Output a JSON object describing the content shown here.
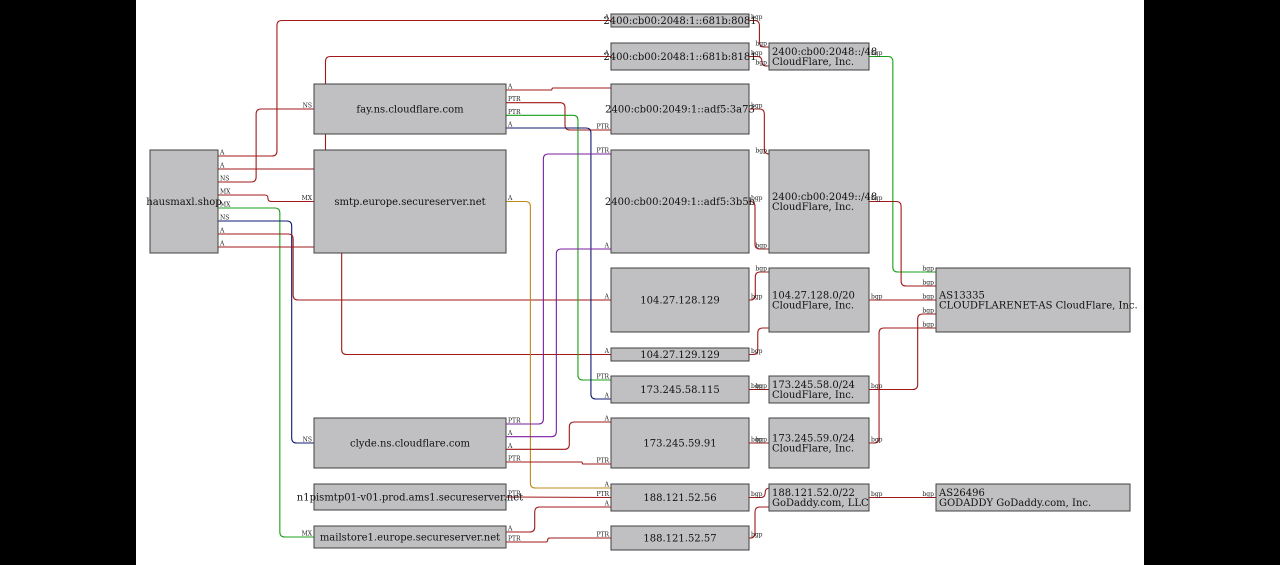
{
  "colors": {
    "background": "#ffffff",
    "frame": "#000000",
    "node_fill": "#c0bfc1",
    "node_border": "#404040",
    "edge_default": "#a01818",
    "edge_green": "#18a018",
    "edge_navy": "#101870",
    "edge_purple": "#7a1ea0",
    "edge_orange": "#c08818"
  },
  "nodes": [
    {
      "id": "hausmaxl",
      "lines": [
        "hausmaxl.shop"
      ]
    },
    {
      "id": "fay",
      "lines": [
        "fay.ns.cloudflare.com"
      ]
    },
    {
      "id": "smtp",
      "lines": [
        "smtp.europe.secureserver.net"
      ]
    },
    {
      "id": "clyde",
      "lines": [
        "clyde.ns.cloudflare.com"
      ]
    },
    {
      "id": "n1pismtp",
      "lines": [
        "n1pismtp01-v01.prod.ams1.secureserver.net"
      ]
    },
    {
      "id": "mailstore",
      "lines": [
        "mailstore1.europe.secureserver.net"
      ]
    },
    {
      "id": "ip6_8081",
      "lines": [
        "2400:cb00:2048:1::681b:8081"
      ]
    },
    {
      "id": "ip6_8181",
      "lines": [
        "2400:cb00:2048:1::681b:8181"
      ]
    },
    {
      "id": "ip6_3a73",
      "lines": [
        "2400:cb00:2049:1::adf5:3a73"
      ]
    },
    {
      "id": "ip6_3b5b",
      "lines": [
        "2400:cb00:2049:1::adf5:3b5b"
      ]
    },
    {
      "id": "ip4_128_129",
      "lines": [
        "104.27.128.129"
      ]
    },
    {
      "id": "ip4_129_129",
      "lines": [
        "104.27.129.129"
      ]
    },
    {
      "id": "ip4_58_115",
      "lines": [
        "173.245.58.115"
      ]
    },
    {
      "id": "ip4_59_91",
      "lines": [
        "173.245.59.91"
      ]
    },
    {
      "id": "ip4_52_56",
      "lines": [
        "188.121.52.56"
      ]
    },
    {
      "id": "ip4_52_57",
      "lines": [
        "188.121.52.57"
      ]
    },
    {
      "id": "net_2048",
      "lines": [
        "2400:cb00:2048::/48",
        "CloudFlare, Inc."
      ]
    },
    {
      "id": "net_2049",
      "lines": [
        "2400:cb00:2049::/48",
        "CloudFlare, Inc."
      ]
    },
    {
      "id": "net_104",
      "lines": [
        "104.27.128.0/20",
        "CloudFlare, Inc."
      ]
    },
    {
      "id": "net_58",
      "lines": [
        "173.245.58.0/24",
        "CloudFlare, Inc."
      ]
    },
    {
      "id": "net_59",
      "lines": [
        "173.245.59.0/24",
        "CloudFlare, Inc."
      ]
    },
    {
      "id": "net_188",
      "lines": [
        "188.121.52.0/22",
        "GoDaddy.com, LLC"
      ]
    },
    {
      "id": "as13335",
      "lines": [
        "AS13335",
        "CLOUDFLARENET-AS CloudFlare, Inc."
      ]
    },
    {
      "id": "as26496",
      "lines": [
        "AS26496",
        "GODADDY GoDaddy.com, Inc."
      ]
    }
  ],
  "edges": [
    {
      "from": "hausmaxl",
      "to": "ip6_8081",
      "src_label": "A",
      "dst_label": "A",
      "color": "#a01818"
    },
    {
      "from": "hausmaxl",
      "to": "ip6_8181",
      "src_label": "A",
      "dst_label": "A",
      "color": "#a01818"
    },
    {
      "from": "hausmaxl",
      "to": "fay",
      "src_label": "NS",
      "dst_label": "NS",
      "color": "#a01818"
    },
    {
      "from": "hausmaxl",
      "to": "smtp",
      "src_label": "MX",
      "dst_label": "MX",
      "color": "#a01818"
    },
    {
      "from": "hausmaxl",
      "to": "mailstore",
      "src_label": "MX",
      "dst_label": "MX",
      "color": "#18a018"
    },
    {
      "from": "hausmaxl",
      "to": "clyde",
      "src_label": "NS",
      "dst_label": "NS",
      "color": "#101870"
    },
    {
      "from": "hausmaxl",
      "to": "ip4_128_129",
      "src_label": "A",
      "dst_label": "A",
      "color": "#a01818"
    },
    {
      "from": "hausmaxl",
      "to": "ip4_129_129",
      "src_label": "A",
      "dst_label": "A",
      "color": "#a01818"
    },
    {
      "from": "fay",
      "to": "ip6_3a73",
      "src_label": "A",
      "dst_label": "",
      "color": "#a01818"
    },
    {
      "from": "fay",
      "to": "ip6_3a73",
      "src_label": "PTR",
      "dst_label": "PTR",
      "color": "#a01818"
    },
    {
      "from": "fay",
      "to": "ip4_58_115",
      "src_label": "PTR",
      "dst_label": "PTR",
      "color": "#18a018"
    },
    {
      "from": "fay",
      "to": "ip4_58_115",
      "src_label": "A",
      "dst_label": "A",
      "color": "#101870"
    },
    {
      "from": "smtp",
      "to": "ip4_52_56",
      "src_label": "A",
      "dst_label": "A",
      "color": "#c08818"
    },
    {
      "from": "clyde",
      "to": "ip6_3b5b",
      "src_label": "PTR",
      "dst_label": "PTR",
      "color": "#7a1ea0"
    },
    {
      "from": "clyde",
      "to": "ip6_3b5b",
      "src_label": "A",
      "dst_label": "A",
      "color": "#7a1ea0"
    },
    {
      "from": "clyde",
      "to": "ip4_59_91",
      "src_label": "A",
      "dst_label": "A",
      "color": "#a01818"
    },
    {
      "from": "clyde",
      "to": "ip4_59_91",
      "src_label": "PTR",
      "dst_label": "PTR",
      "color": "#a01818"
    },
    {
      "from": "n1pismtp",
      "to": "ip4_52_56",
      "src_label": "PTR",
      "dst_label": "PTR",
      "color": "#a01818"
    },
    {
      "from": "mailstore",
      "to": "ip4_52_56",
      "src_label": "A",
      "dst_label": "A",
      "color": "#a01818"
    },
    {
      "from": "mailstore",
      "to": "ip4_52_57",
      "src_label": "PTR",
      "dst_label": "PTR",
      "color": "#a01818"
    },
    {
      "from": "ip6_8081",
      "to": "net_2048",
      "src_label": "bgp",
      "dst_label": "bgp",
      "color": "#a01818"
    },
    {
      "from": "ip6_8181",
      "to": "net_2048",
      "src_label": "bgp",
      "dst_label": "bgp",
      "color": "#a01818"
    },
    {
      "from": "ip6_3a73",
      "to": "net_2049",
      "src_label": "bgp",
      "dst_label": "bgp",
      "color": "#a01818"
    },
    {
      "from": "ip6_3b5b",
      "to": "net_2049",
      "src_label": "bgp",
      "dst_label": "bgp",
      "color": "#a01818"
    },
    {
      "from": "ip4_128_129",
      "to": "net_104",
      "src_label": "bgp",
      "dst_label": "bgp",
      "color": "#a01818"
    },
    {
      "from": "ip4_129_129",
      "to": "net_104",
      "src_label": "bgp",
      "dst_label": "",
      "color": "#a01818"
    },
    {
      "from": "ip4_58_115",
      "to": "net_58",
      "src_label": "bgp",
      "dst_label": "bgp",
      "color": "#a01818"
    },
    {
      "from": "ip4_59_91",
      "to": "net_59",
      "src_label": "bgp",
      "dst_label": "bgp",
      "color": "#a01818"
    },
    {
      "from": "ip4_52_56",
      "to": "net_188",
      "src_label": "bgp",
      "dst_label": "",
      "color": "#a01818"
    },
    {
      "from": "ip4_52_57",
      "to": "net_188",
      "src_label": "bgp",
      "dst_label": "",
      "color": "#a01818"
    },
    {
      "from": "net_2048",
      "to": "as13335",
      "src_label": "bgp",
      "dst_label": "bgp",
      "color": "#18a018"
    },
    {
      "from": "net_2049",
      "to": "as13335",
      "src_label": "bgp",
      "dst_label": "bgp",
      "color": "#a01818"
    },
    {
      "from": "net_104",
      "to": "as13335",
      "src_label": "bgp",
      "dst_label": "bgp",
      "color": "#a01818"
    },
    {
      "from": "net_58",
      "to": "as13335",
      "src_label": "bgp",
      "dst_label": "bgp",
      "color": "#a01818"
    },
    {
      "from": "net_59",
      "to": "as13335",
      "src_label": "bgp",
      "dst_label": "bgp",
      "color": "#a01818"
    },
    {
      "from": "net_188",
      "to": "as26496",
      "src_label": "bgp",
      "dst_label": "bgp",
      "color": "#a01818"
    }
  ]
}
